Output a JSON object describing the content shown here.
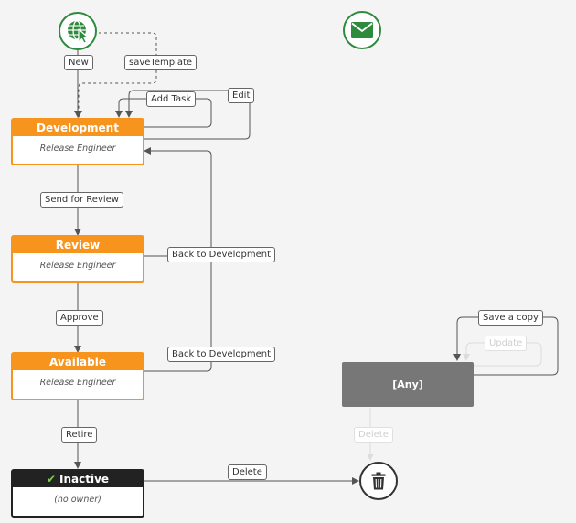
{
  "states": {
    "development": {
      "title": "Development",
      "owner": "Release Engineer"
    },
    "review": {
      "title": "Review",
      "owner": "Release Engineer"
    },
    "available": {
      "title": "Available",
      "owner": "Release Engineer"
    },
    "inactive": {
      "title": "Inactive",
      "owner": "(no owner)"
    },
    "any": {
      "title": "[Any]"
    }
  },
  "transitions": {
    "new": "New",
    "save_template": "saveTemplate",
    "add_task": "Add Task",
    "edit": "Edit",
    "send_for_review": "Send for Review",
    "back_to_development_1": "Back to Development",
    "approve": "Approve",
    "back_to_development_2": "Back to Development",
    "retire": "Retire",
    "delete": "Delete",
    "save_a_copy": "Save a copy",
    "update": "Update",
    "delete_disabled": "Delete"
  },
  "icons": {
    "start": "web-cursor-icon",
    "email": "envelope-icon",
    "end": "trash-icon",
    "inactive_check": "checkmark-icon"
  },
  "colors": {
    "state_header": "#f7941d",
    "final_header": "#222222",
    "any_fill": "#777777",
    "start_ring": "#2e8b3e",
    "check": "#7bd24a"
  }
}
